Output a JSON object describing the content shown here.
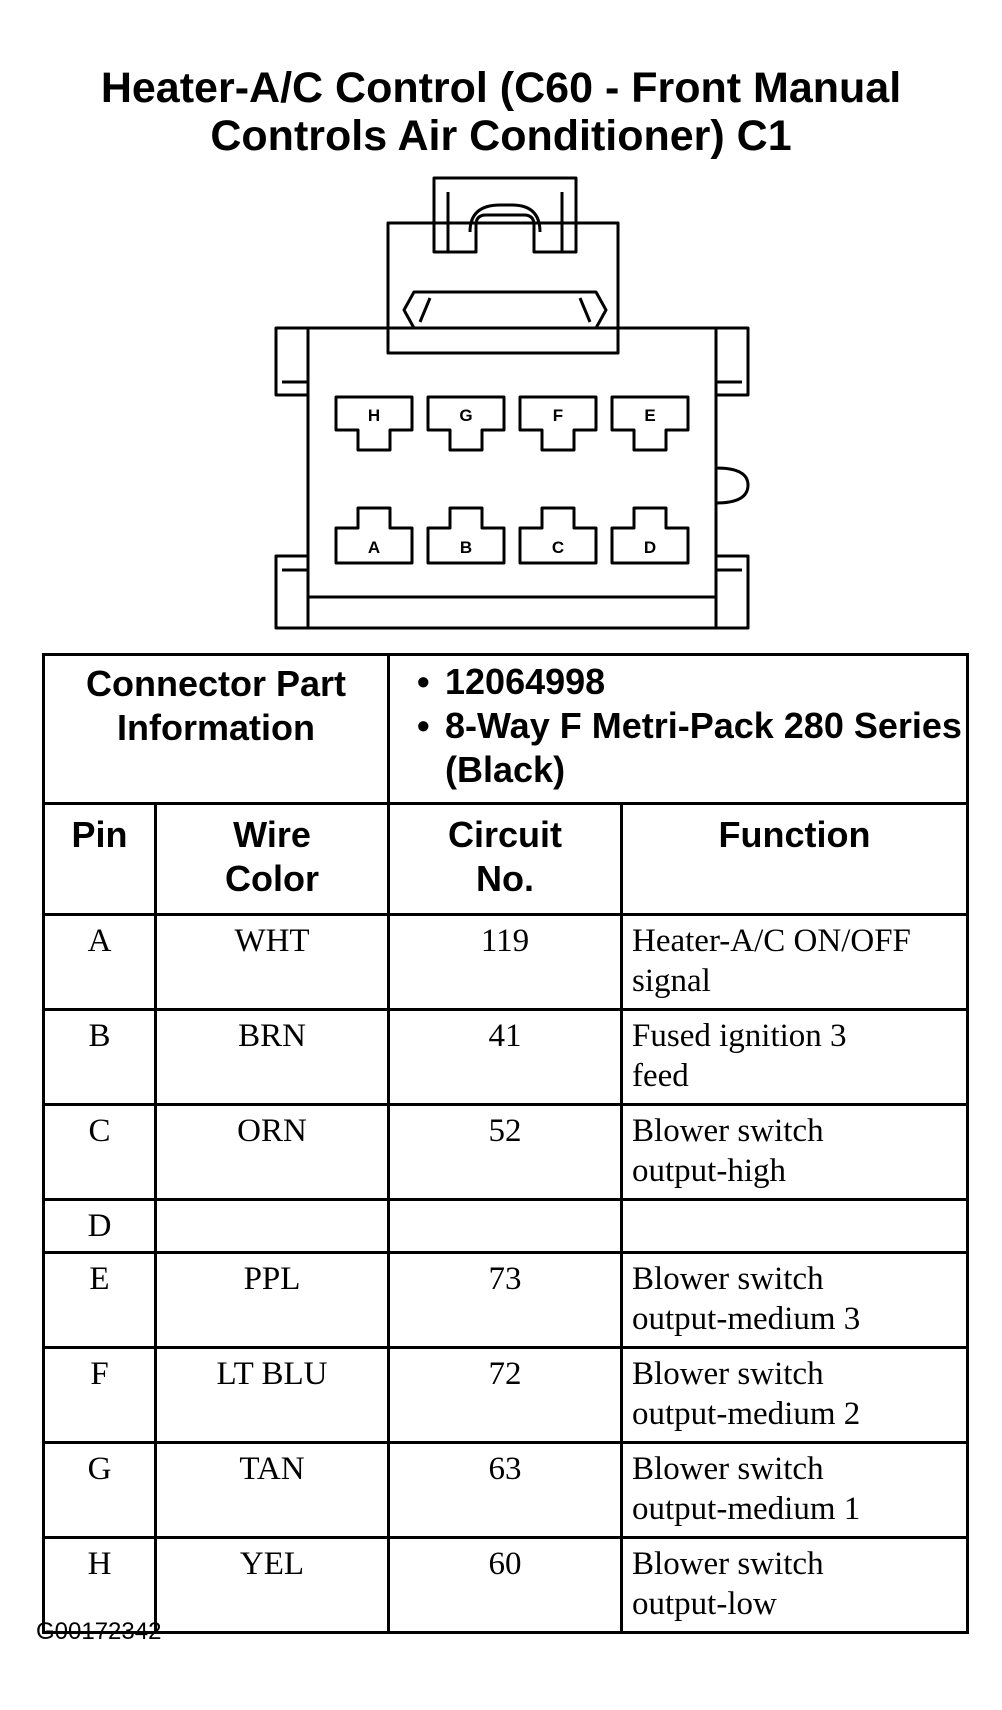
{
  "title": {
    "line1": "Heater-A/C Control (C60 - Front Manual",
    "line2": "Controls Air Conditioner) C1"
  },
  "connector": {
    "top_row": [
      "H",
      "G",
      "F",
      "E"
    ],
    "bottom_row": [
      "A",
      "B",
      "C",
      "D"
    ]
  },
  "info": {
    "label_line1": "Connector Part",
    "label_line2": "Information",
    "items": [
      "12064998",
      "8-Way F Metri-Pack 280 Series (Black)"
    ]
  },
  "columns": {
    "pin": "Pin",
    "wire_line1": "Wire",
    "wire_line2": "Color",
    "circuit_line1": "Circuit",
    "circuit_line2": "No.",
    "function": "Function"
  },
  "rows": [
    {
      "pin": "A",
      "color": "WHT",
      "circuit": "119",
      "fn1": "Heater-A/C ON/OFF",
      "fn2": "signal"
    },
    {
      "pin": "B",
      "color": "BRN",
      "circuit": "41",
      "fn1": "Fused ignition 3",
      "fn2": "feed"
    },
    {
      "pin": "C",
      "color": "ORN",
      "circuit": "52",
      "fn1": "Blower switch",
      "fn2": "output-high"
    },
    {
      "pin": "D",
      "color": "",
      "circuit": "",
      "fn1": "",
      "fn2": ""
    },
    {
      "pin": "E",
      "color": "PPL",
      "circuit": "73",
      "fn1": "Blower switch",
      "fn2": "output-medium 3"
    },
    {
      "pin": "F",
      "color": "LT BLU",
      "circuit": "72",
      "fn1": "Blower switch",
      "fn2": "output-medium 2"
    },
    {
      "pin": "G",
      "color": "TAN",
      "circuit": "63",
      "fn1": "Blower switch",
      "fn2": "output-medium 1"
    },
    {
      "pin": "H",
      "color": "YEL",
      "circuit": "60",
      "fn1": "Blower switch",
      "fn2": "output-low"
    }
  ],
  "figure_id": "G00172342"
}
